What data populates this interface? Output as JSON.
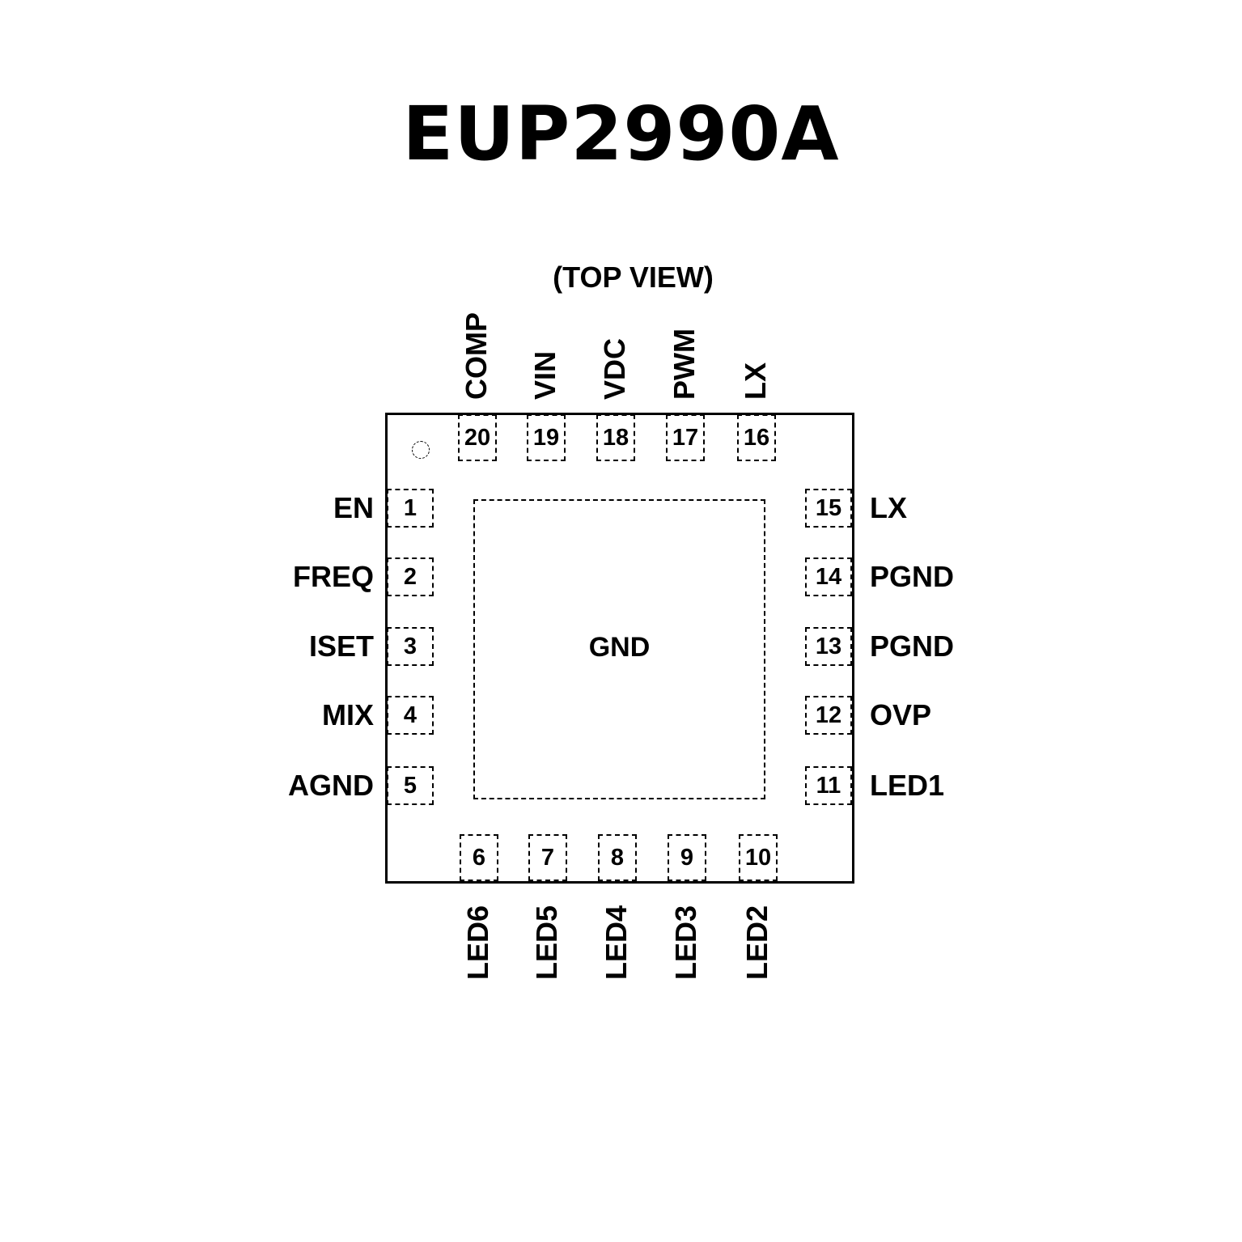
{
  "title": "EUP2990A",
  "view_label": "(TOP VIEW)",
  "exposed_pad_label": "GND",
  "pins": {
    "left": [
      {
        "num": "1",
        "name": "EN"
      },
      {
        "num": "2",
        "name": "FREQ"
      },
      {
        "num": "3",
        "name": "ISET"
      },
      {
        "num": "4",
        "name": "MIX"
      },
      {
        "num": "5",
        "name": "AGND"
      }
    ],
    "bottom": [
      {
        "num": "6",
        "name": "LED6"
      },
      {
        "num": "7",
        "name": "LED5"
      },
      {
        "num": "8",
        "name": "LED4"
      },
      {
        "num": "9",
        "name": "LED3"
      },
      {
        "num": "10",
        "name": "LED2"
      }
    ],
    "right": [
      {
        "num": "11",
        "name": "LED1"
      },
      {
        "num": "12",
        "name": "OVP"
      },
      {
        "num": "13",
        "name": "PGND"
      },
      {
        "num": "14",
        "name": "PGND"
      },
      {
        "num": "15",
        "name": "LX"
      }
    ],
    "top": [
      {
        "num": "16",
        "name": "LX"
      },
      {
        "num": "17",
        "name": "PWM"
      },
      {
        "num": "18",
        "name": "VDC"
      },
      {
        "num": "19",
        "name": "VIN"
      },
      {
        "num": "20",
        "name": "COMP"
      }
    ]
  }
}
